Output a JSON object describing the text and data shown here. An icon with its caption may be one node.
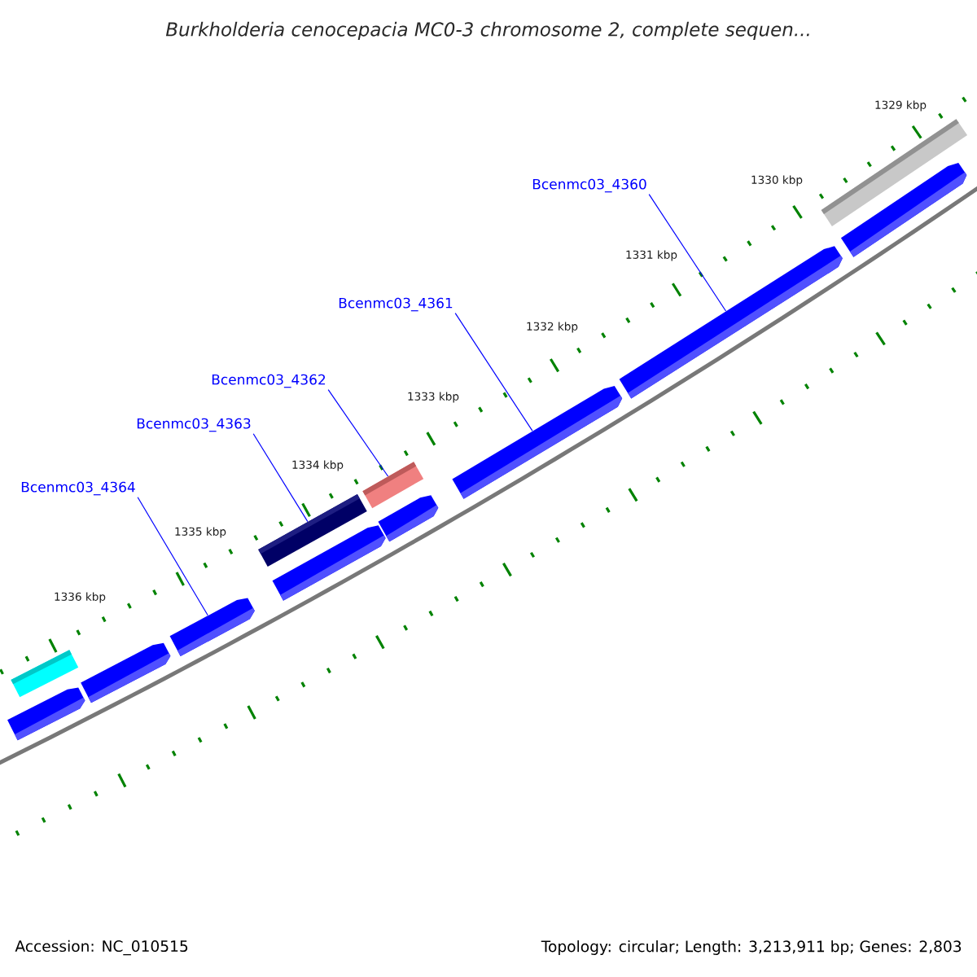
{
  "diagram": {
    "title": "Burkholderia cenocepacia MC0-3 chromosome 2, complete sequen...",
    "nodes": [
      {
        "text": [
          "Bcenmc03_4360"
        ]
      },
      {
        "text": [
          "Bcenmc03_4361"
        ]
      },
      {
        "text": [
          "Bcenmc03_4362"
        ]
      },
      {
        "text": [
          "Bcenmc03_4363"
        ]
      },
      {
        "text": [
          "Bcenmc03_4364"
        ]
      },
      {
        "text": [],
        "shape": "bar"
      },
      {
        "text": [],
        "shape": "bar"
      },
      {
        "text": [],
        "shape": "bar"
      },
      {
        "text": [],
        "shape": "bar"
      },
      {
        "text": [],
        "shape": "bar"
      },
      {
        "text": [],
        "shape": "bar"
      },
      {
        "text": [],
        "shape": "bar"
      },
      {
        "text": [],
        "shape": "bar"
      },
      {
        "text": [],
        "shape": "bar"
      },
      {
        "text": [],
        "shape": "bar"
      },
      {
        "text": [],
        "shape": "bar"
      },
      {
        "text": [],
        "shape": "bar"
      }
    ],
    "edges": [
      {
        "from": 0,
        "to": 14,
        "arrow": "none"
      },
      {
        "from": 1,
        "to": 13,
        "arrow": "none"
      },
      {
        "from": 2,
        "to": 11,
        "arrow": "none"
      },
      {
        "from": 3,
        "to": 9,
        "arrow": "none"
      },
      {
        "from": 4,
        "to": 8,
        "arrow": "none"
      }
    ],
    "labels": [
      "1329 kbp",
      "1330 kbp",
      "1331 kbp",
      "1332 kbp",
      "1333 kbp",
      "1334 kbp",
      "1335 kbp",
      "1336 kbp",
      "Accession: NC_010515",
      "Topology: circular; Length: 3,213,911 bp; Genes: 2,803"
    ]
  }
}
